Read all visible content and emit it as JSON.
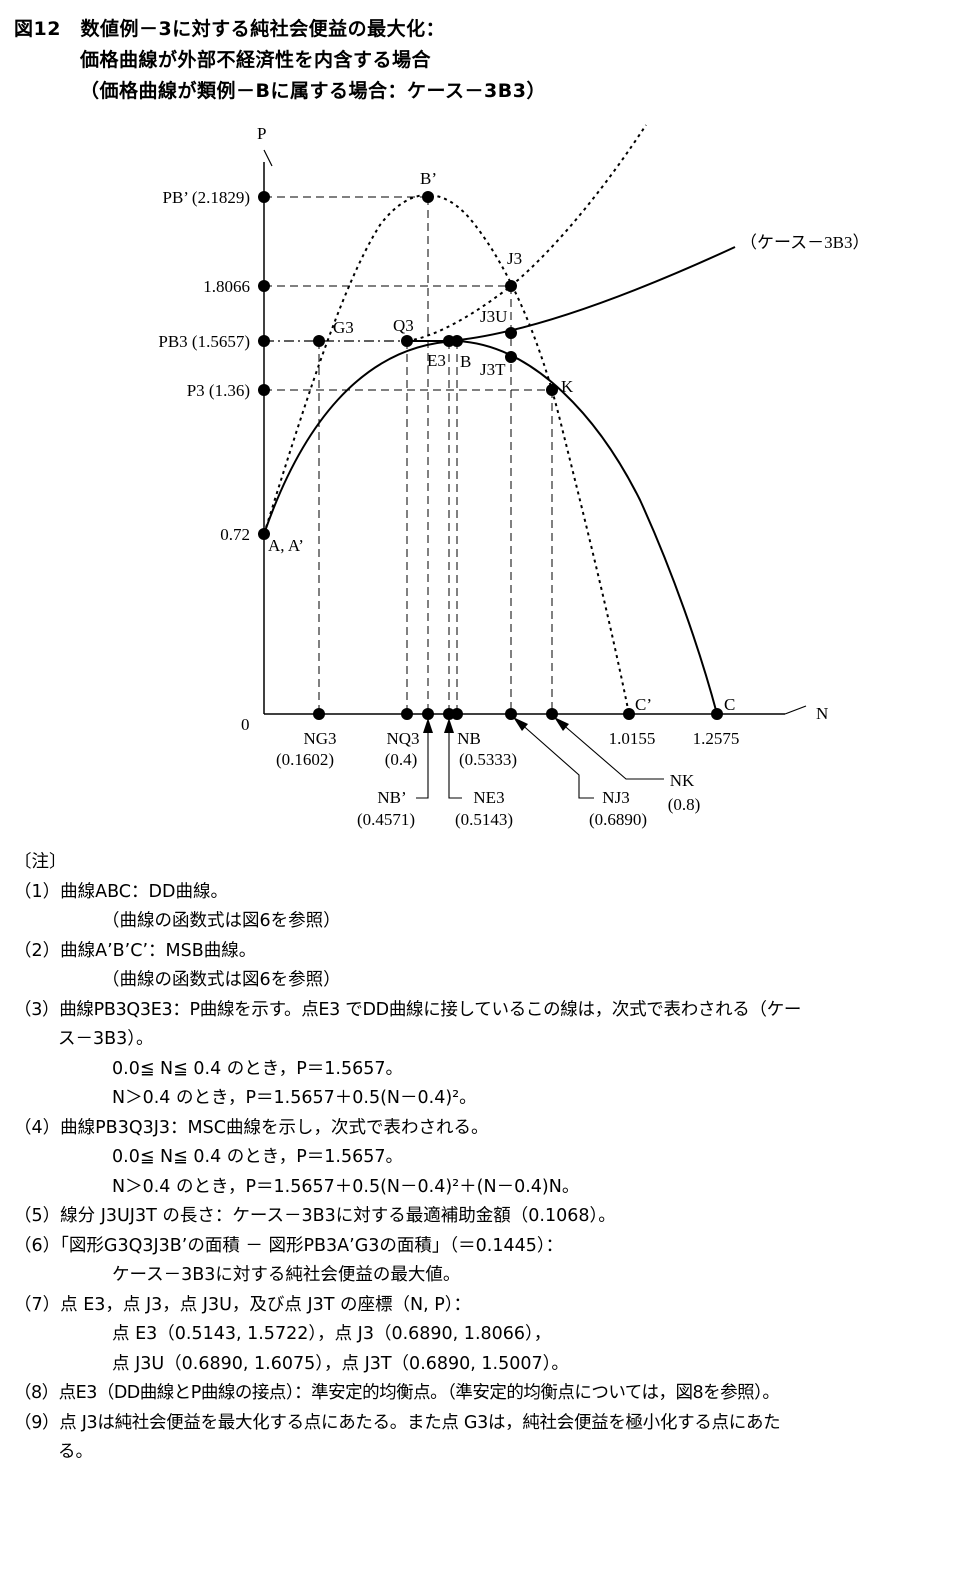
{
  "title": {
    "line1": "図12　数値例－3に対する純社会便益の最大化：",
    "line2": "価格曲線が外部不経済性を内含する場合",
    "line3": "（価格曲線が類例－Bに属する場合：ケース－3B3）"
  },
  "chart_data": {
    "type": "line",
    "axes": {
      "x_label": "N",
      "y_label": "P",
      "origin_label": "0"
    },
    "y_ticks": [
      {
        "label": "PB’ (2.1829)",
        "value": 2.1829
      },
      {
        "label": "1.8066",
        "value": 1.8066
      },
      {
        "label": "PB3 (1.5657)",
        "value": 1.5657
      },
      {
        "label": "P3 (1.36)",
        "value": 1.36
      },
      {
        "label": "0.72",
        "value": 0.72
      }
    ],
    "x_ticks": [
      {
        "label": "NG3",
        "sub": "(0.1602)",
        "value": 0.1602
      },
      {
        "label": "NQ3",
        "sub": "(0.4)",
        "value": 0.4
      },
      {
        "label": "NB’",
        "sub": "(0.4571)",
        "value": 0.4571
      },
      {
        "label": "NE3",
        "sub": "(0.5143)",
        "value": 0.5143
      },
      {
        "label": "NB",
        "sub": "(0.5333)",
        "value": 0.5333
      },
      {
        "label": "NJ3",
        "sub": "(0.6890)",
        "value": 0.689
      },
      {
        "label": "NK",
        "sub": "(0.8)",
        "value": 0.8
      },
      {
        "label": "1.0155",
        "value": 1.0155
      },
      {
        "label": "1.2575",
        "value": 1.2575
      }
    ],
    "curve_label": "（ケース－3B3）",
    "points": [
      {
        "label": "A, A’",
        "n": 0,
        "p": 0.72
      },
      {
        "label": "B’",
        "n": 0.4571,
        "p": 2.1829
      },
      {
        "label": "B",
        "n": 0.5333,
        "p": 1.5657
      },
      {
        "label": "C",
        "n": 1.2575,
        "p": 0
      },
      {
        "label": "C’",
        "n": 1.0155,
        "p": 0
      },
      {
        "label": "G3",
        "n": 0.1602,
        "p": 1.5657
      },
      {
        "label": "Q3",
        "n": 0.4,
        "p": 1.5657
      },
      {
        "label": "E3",
        "n": 0.5143,
        "p": 1.5722
      },
      {
        "label": "J3",
        "n": 0.689,
        "p": 1.8066
      },
      {
        "label": "J3U",
        "n": 0.689,
        "p": 1.6075
      },
      {
        "label": "J3T",
        "n": 0.689,
        "p": 1.5007
      },
      {
        "label": "K",
        "n": 0.8,
        "p": 1.36
      }
    ]
  },
  "notes": {
    "header": "〔注〕",
    "n1": "（1）曲線ABC：DD曲線。",
    "n1b": "（曲線の函数式は図6を参照）",
    "n2": "（2）曲線A’B’C’：MSB曲線。",
    "n2b": "（曲線の函数式は図6を参照）",
    "n3": "（3）曲線PB3Q3E3：P曲線を示す。点E3 でDD曲線に接しているこの線は，次式で表わされる（ケー",
    "n3b": "ス－3B3）。",
    "n3c": "0.0≦ N≦ 0.4 のとき，P＝1.5657。",
    "n3d": "N＞0.4 のとき，P＝1.5657＋0.5(N－0.4)²。",
    "n4": "（4）曲線PB3Q3J3：MSC曲線を示し，次式で表わされる。",
    "n4b": "0.0≦ N≦ 0.4 のとき，P＝1.5657。",
    "n4c": "N＞0.4 のとき，P＝1.5657＋0.5(N－0.4)²＋(N－0.4)N。",
    "n5": "（5）線分 J3UJ3T の長さ：ケース－3B3に対する最適補助金額（0.1068）。",
    "n6": "（6）「図形G3Q3J3B’の面積 － 図形PB3A’G3の面積」（＝0.1445）：",
    "n6b": "ケース－3B3に対する純社会便益の最大値。",
    "n7": "（7）点 E3，点 J3，点 J3U，及び点 J3T の座標（N, P）：",
    "n7b": "点 E3（0.5143, 1.5722），点 J3（0.6890, 1.8066），",
    "n7c": "点 J3U（0.6890, 1.6075），点 J3T（0.6890, 1.5007）。",
    "n8": "（8）点E3（DD曲線とP曲線の接点）：準安定的均衡点。（準安定的均衡点については，図8を参照）。",
    "n9": "（9）点 J3は純社会便益を最大化する点にあたる。また点 G3は，純社会便益を極小化する点にあた",
    "n9b": "る。"
  }
}
